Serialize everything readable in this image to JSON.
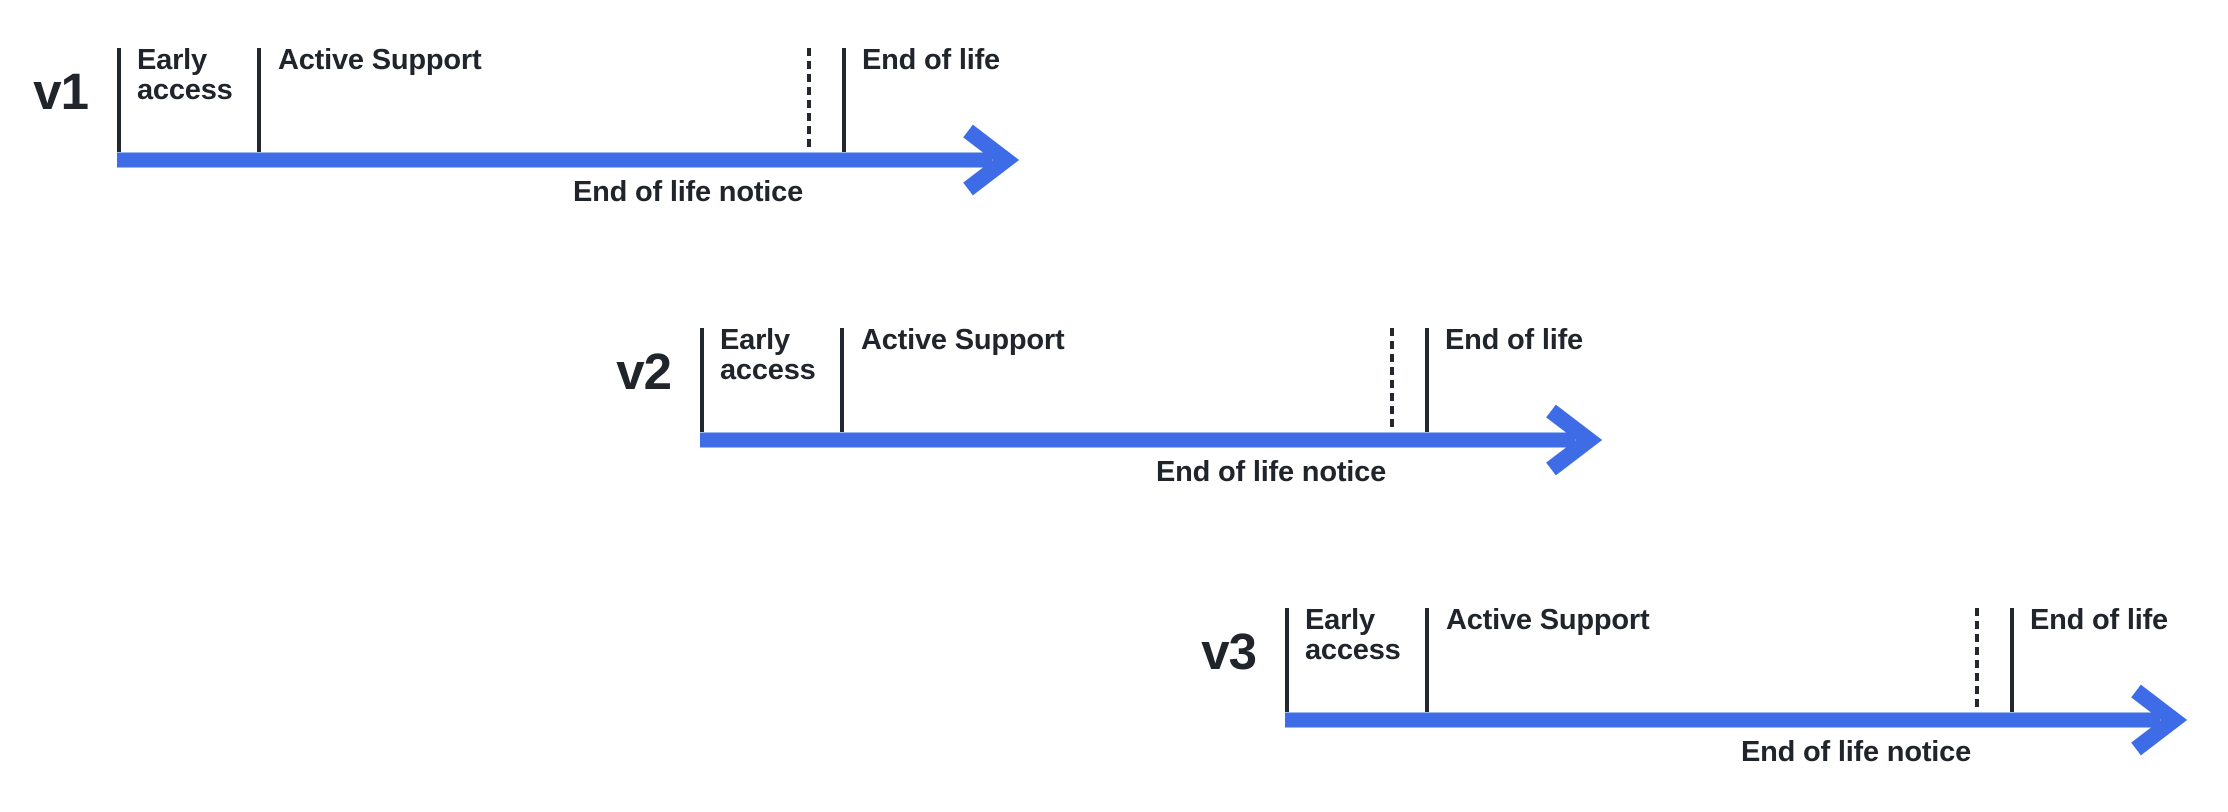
{
  "diagram": {
    "title_hint": "Version release lifecycle timelines",
    "colors": {
      "background": "#ffffff",
      "arrow_blue": "#3e6ce6",
      "line_dark": "#23272e",
      "text_dark": "#20242b"
    },
    "rows": [
      {
        "version": "v1",
        "early_access": "Early\naccess",
        "active_support": "Active Support",
        "end_of_life": "End of life",
        "eol_notice": "End of life notice"
      },
      {
        "version": "v2",
        "early_access": "Early\naccess",
        "active_support": "Active Support",
        "end_of_life": "End of life",
        "eol_notice": "End of life notice"
      },
      {
        "version": "v3",
        "early_access": "Early\naccess",
        "active_support": "Active Support",
        "end_of_life": "End of life",
        "eol_notice": "End of life notice"
      }
    ]
  }
}
